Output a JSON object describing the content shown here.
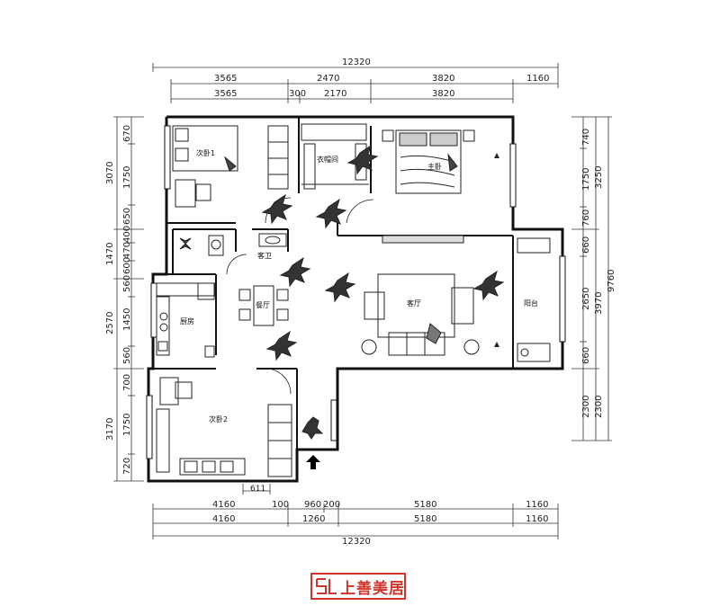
{
  "dimensions": {
    "top_total": "12320",
    "top_row1": [
      "3565",
      "2470",
      "3820",
      "1160"
    ],
    "top_row2": [
      "3565",
      "300",
      "2170",
      "3820"
    ],
    "bottom_row1": [
      "4160",
      "100",
      "960",
      "200",
      "5180",
      "1160"
    ],
    "bottom_row2": [
      "4160",
      "1260",
      "5180",
      "1160"
    ],
    "bottom_total": "12320",
    "left_outer": [
      "3070",
      "1470",
      "2570",
      "3170"
    ],
    "left_inner": [
      "670",
      "1750",
      "650",
      "400",
      "470",
      "600",
      "560",
      "1450",
      "560",
      "700",
      "1750",
      "720"
    ],
    "right_inner": [
      "740",
      "1750",
      "760",
      "660",
      "2650",
      "660",
      "2300"
    ],
    "right_mid": [
      "3250",
      "3970",
      "2300"
    ],
    "right_total": "9760",
    "detail": "611"
  },
  "rooms": {
    "bedroom1": "次卧1",
    "closet": "衣帽间",
    "master": "主卧",
    "guest_bath": "客卫",
    "dining": "餐厅",
    "kitchen": "厨房",
    "living": "客厅",
    "balcony": "阳台",
    "bedroom2": "次卧2"
  },
  "brand": {
    "name": "上善美居",
    "color": "#d2342c"
  }
}
